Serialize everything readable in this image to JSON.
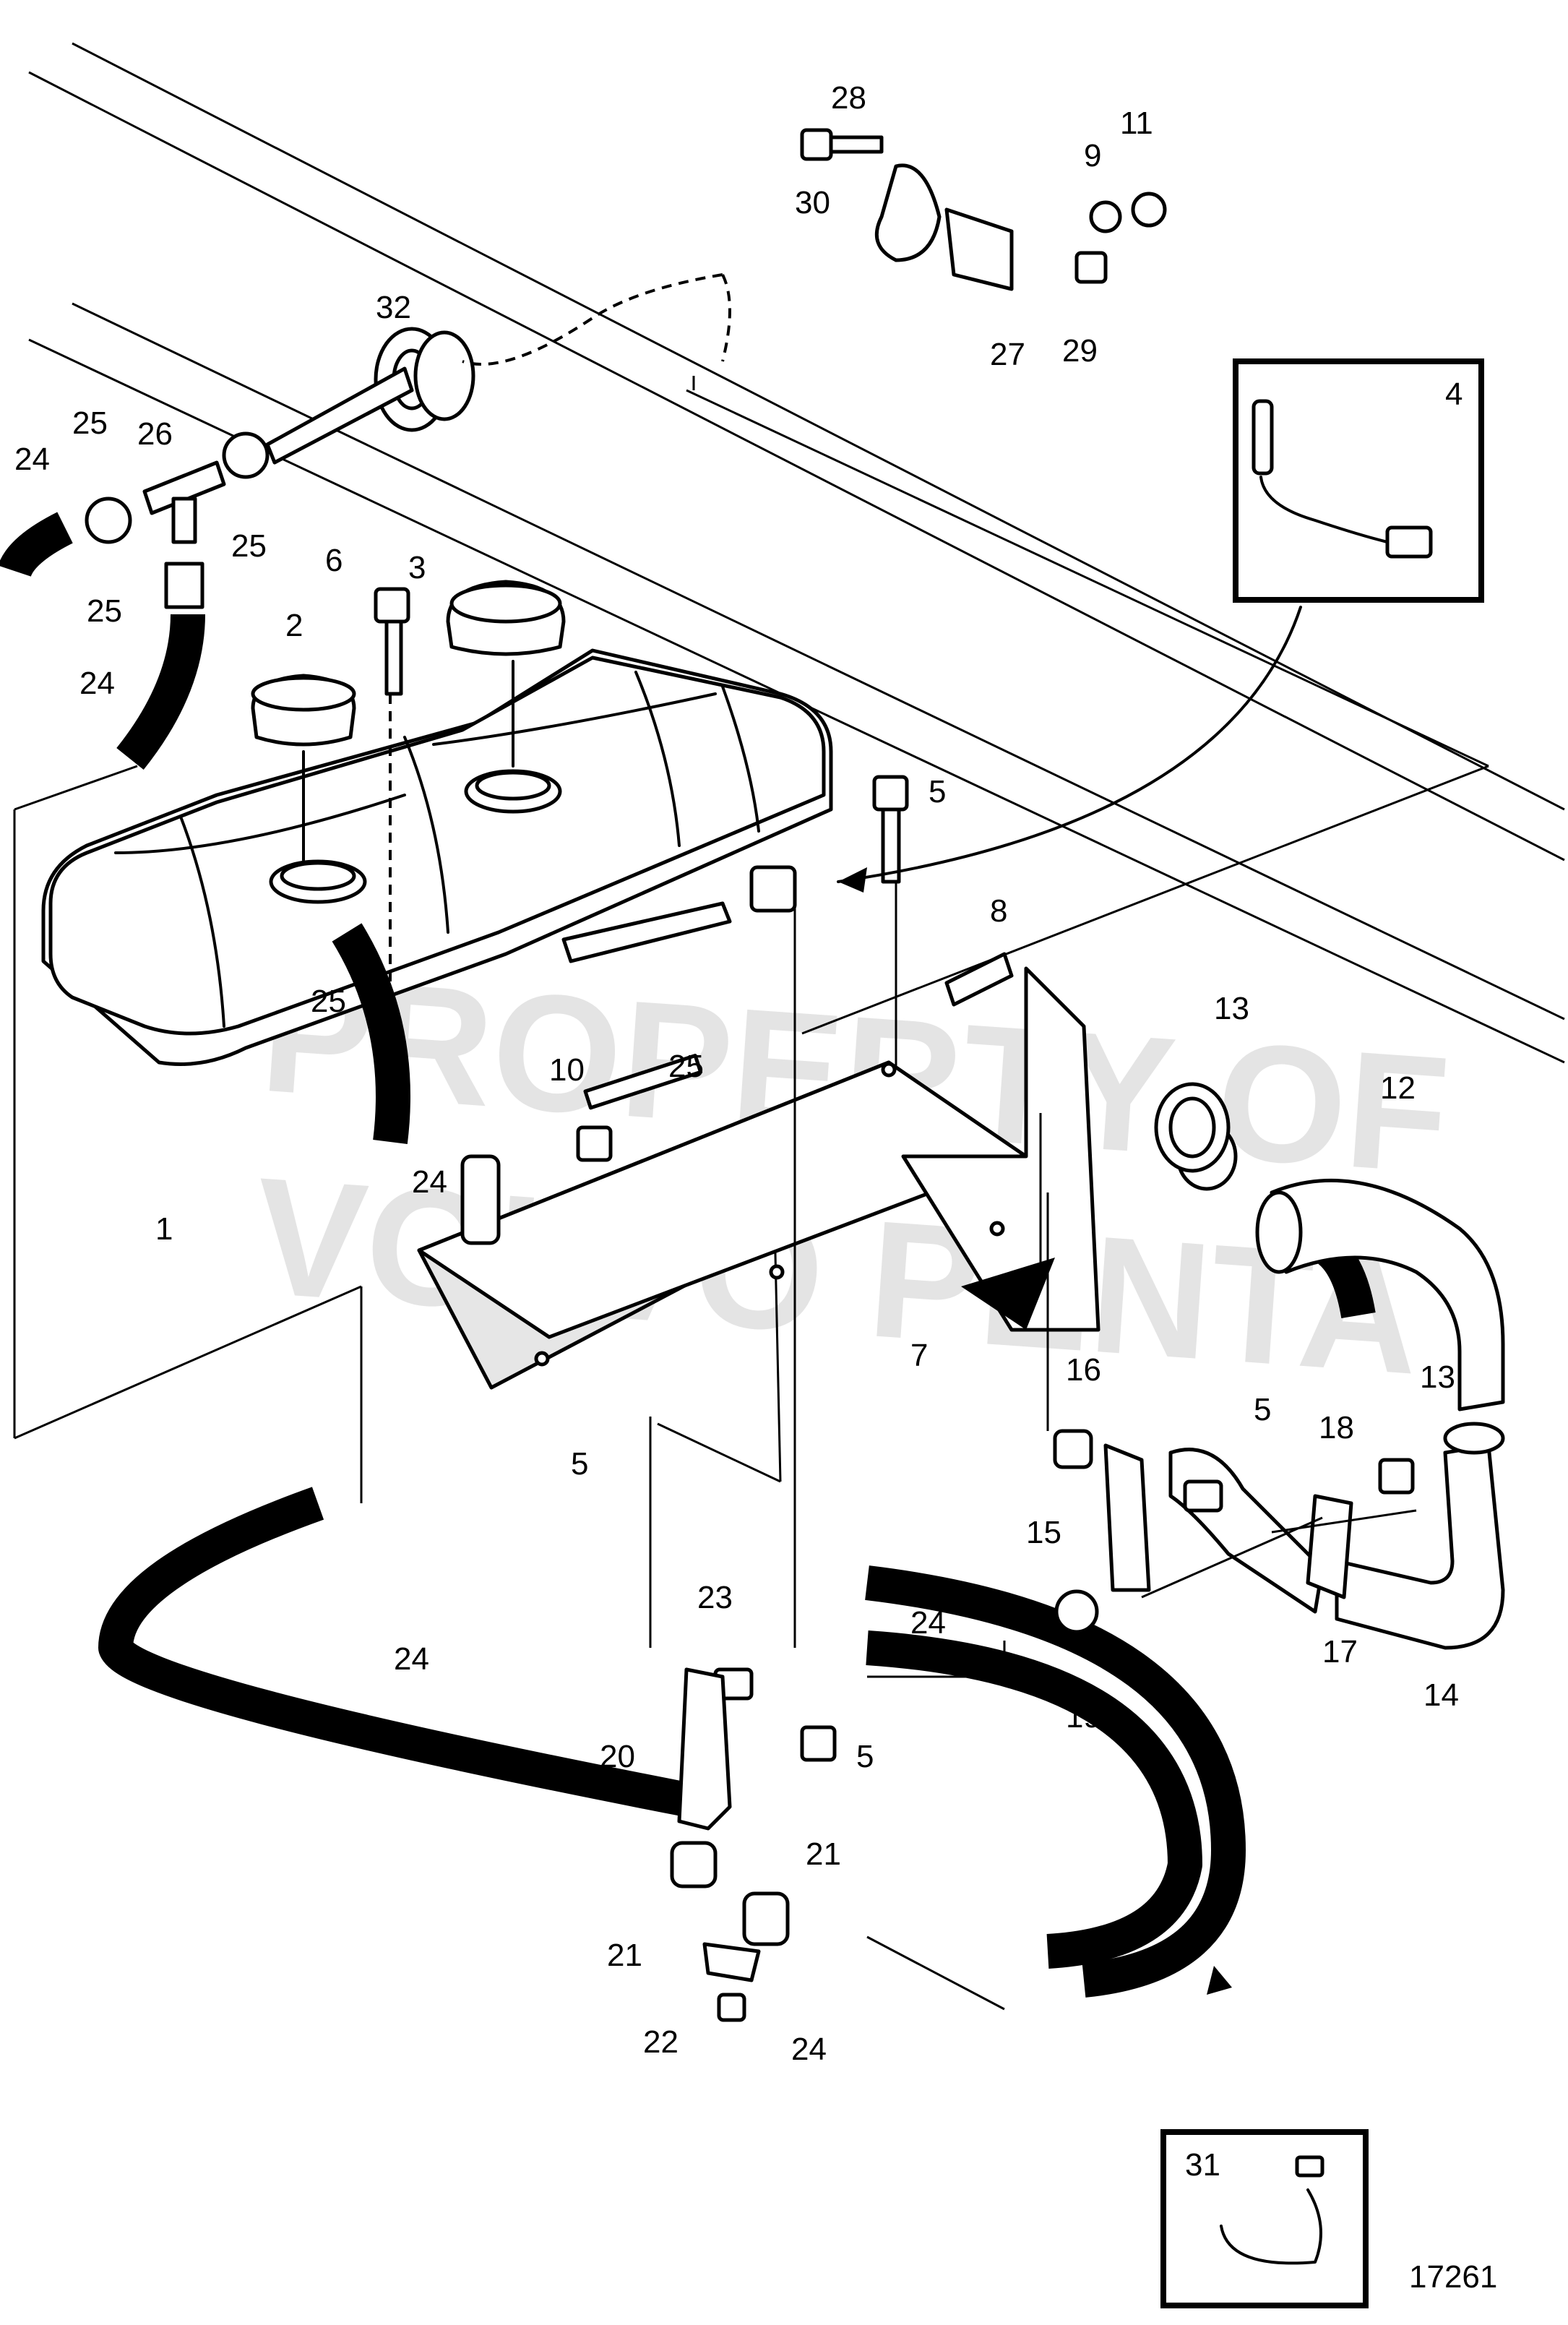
{
  "callouts": [
    {
      "label": "28"
    },
    {
      "label": "30"
    },
    {
      "label": "9"
    },
    {
      "label": "11"
    },
    {
      "label": "27"
    },
    {
      "label": "29"
    },
    {
      "label": "32"
    },
    {
      "label": "4"
    },
    {
      "label": "24"
    },
    {
      "label": "25"
    },
    {
      "label": "26"
    },
    {
      "label": "25"
    },
    {
      "label": "25"
    },
    {
      "label": "24"
    },
    {
      "label": "6"
    },
    {
      "label": "3"
    },
    {
      "label": "2"
    },
    {
      "label": "5"
    },
    {
      "label": "8"
    },
    {
      "label": "25"
    },
    {
      "label": "25"
    },
    {
      "label": "10"
    },
    {
      "label": "13"
    },
    {
      "label": "12"
    },
    {
      "label": "1"
    },
    {
      "label": "24"
    },
    {
      "label": "7"
    },
    {
      "label": "16"
    },
    {
      "label": "5"
    },
    {
      "label": "13"
    },
    {
      "label": "18"
    },
    {
      "label": "5"
    },
    {
      "label": "15"
    },
    {
      "label": "19"
    },
    {
      "label": "17"
    },
    {
      "label": "14"
    },
    {
      "label": "23"
    },
    {
      "label": "24"
    },
    {
      "label": "24"
    },
    {
      "label": "20"
    },
    {
      "label": "5"
    },
    {
      "label": "21"
    },
    {
      "label": "21"
    },
    {
      "label": "22"
    },
    {
      "label": "24"
    },
    {
      "label": "31"
    }
  ],
  "watermark": {
    "line1": "PROPERTY OF",
    "line2": "VOLVO PENTA"
  },
  "figure_number": "17261"
}
